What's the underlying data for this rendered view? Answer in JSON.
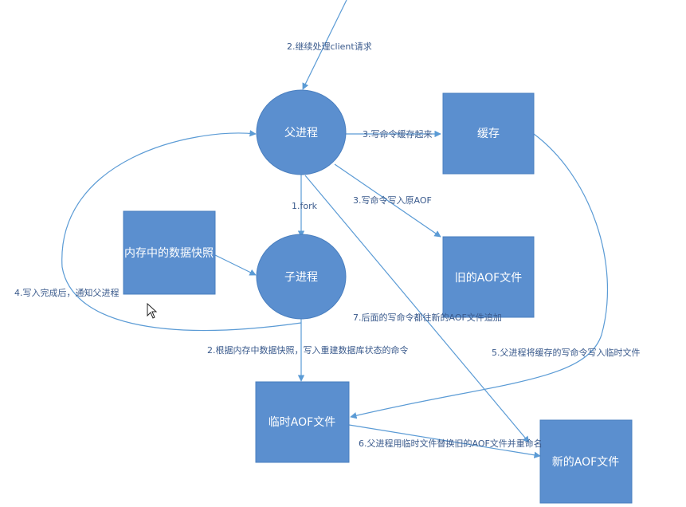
{
  "nodes": {
    "parent": "父进程",
    "child": "子进程",
    "cache": "缓存",
    "snapshot": "内存中的数据快照",
    "old_aof": "旧的AOF文件",
    "temp_aof": "临时AOF文件",
    "new_aof": "新的AOF文件"
  },
  "edges": {
    "client_request": "2.继续处理client请求",
    "cache_write": "3.写命令缓存起来",
    "old_aof_write": "3.写命令写入原AOF",
    "fork": "1.fork",
    "notify_parent": "4.写入完成后，通知父进程",
    "new_aof_append": "7.后面的写命令都往新的AOF文件追加",
    "write_temp": "2.根据内存中数据快照，写入重建数据库状态的命令",
    "cache_to_temp": "5.父进程将缓存的写命令写入临时文件",
    "rename": "6.父进程用临时文件替换旧的AOF文件并重命名"
  },
  "colors": {
    "node_fill": "#5b8fcf",
    "edge": "#5b9bd5",
    "label": "#3a5a8c"
  }
}
